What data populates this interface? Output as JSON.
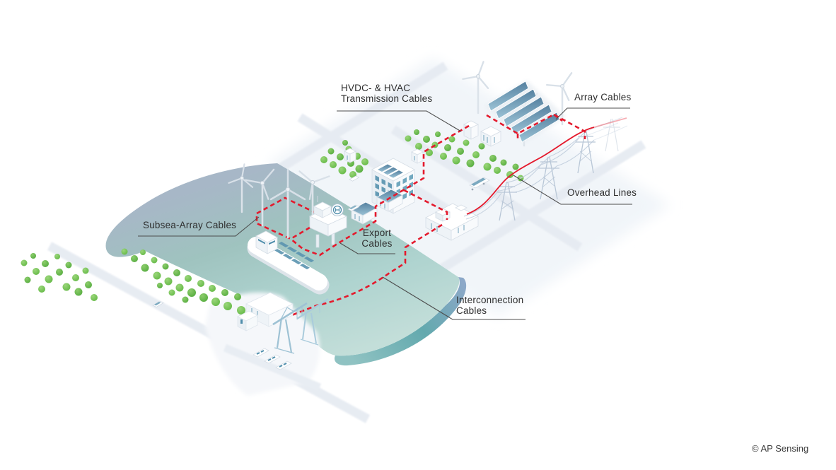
{
  "labels": {
    "hvdc": {
      "line1": "HVDC- & HVAC",
      "line2": "Transmission Cables"
    },
    "array": {
      "text": "Array Cables"
    },
    "overhead": {
      "text": "Overhead Lines"
    },
    "subsea": {
      "line1": "Subsea-Array Cables"
    },
    "export": {
      "line1": "Export",
      "line2": "Cables"
    },
    "interconnection": {
      "line1": "Interconnection",
      "line2": "Cables"
    }
  },
  "credit": {
    "text": "© AP Sensing"
  },
  "colors": {
    "cable_red": "#e4192c",
    "water_teal": "#aed3cf",
    "water_deep": "#63a9ae",
    "tree_green": "#5cb53e",
    "steel_teal": "#4e8dab",
    "land": "#f2f5f9",
    "label_line": "#4d4d4d"
  },
  "scene": {
    "elements": [
      "offshore-wind-farm",
      "offshore-substation-platform",
      "cable-lay-vessel",
      "onshore-wind-turbines",
      "solar-farm",
      "onshore-substation",
      "city-buildings",
      "city-substation",
      "overhead-transmission-towers",
      "port-with-cranes",
      "water-body",
      "tree-clusters",
      "roads",
      "red-cable-routes"
    ]
  }
}
